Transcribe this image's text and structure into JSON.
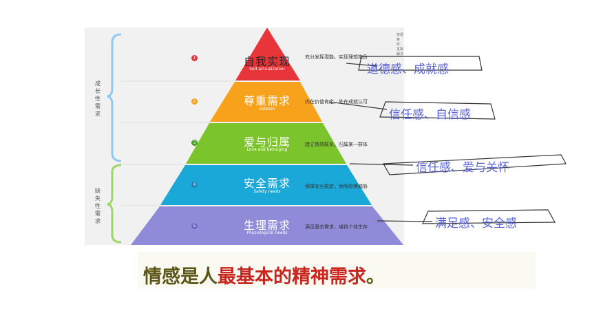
{
  "brace_labels": {
    "growth": "成长性需求",
    "deficit": "缺失性需求"
  },
  "levels": [
    {
      "num": "1",
      "cn": "自我实现",
      "en": "Self-actualization",
      "desc": "充分发挥潜能，实现理想抱负",
      "color": "#e8353a",
      "num_color": "#e8353a"
    },
    {
      "num": "2",
      "cn": "尊重需求",
      "en": "Esteem",
      "desc": "内在价值肯定，外在成就认可",
      "color": "#f8a21b",
      "num_color": "#f8a21b"
    },
    {
      "num": "3",
      "cn": "爱与归属",
      "en": "Love and belonging",
      "desc": "建立情感联系，归属某一群体",
      "color": "#7cc42b",
      "num_color": "#4aa02a"
    },
    {
      "num": "4",
      "cn": "安全需求",
      "en": "Safety needs",
      "desc": "保障安全稳定，免除恐惧威胁",
      "color": "#1aa8d8",
      "num_color": "#2a7fb8"
    },
    {
      "num": "5",
      "cn": "生理需求",
      "en": "Physiological needs",
      "desc": "满足基本需求，维持个体生存",
      "color": "#8f8bd8",
      "num_color": "#6d68c0"
    }
  ],
  "side_note": "实现条件：发挥解决",
  "notes": [
    {
      "text": "道德感、成就感"
    },
    {
      "text": "信任感、自信感"
    },
    {
      "text": "信任感、爱与关怀"
    },
    {
      "text": "满足感、安全感"
    }
  ],
  "caption": {
    "part1": "情感是人",
    "part2": "最基本的精神需求",
    "part3": "。"
  }
}
